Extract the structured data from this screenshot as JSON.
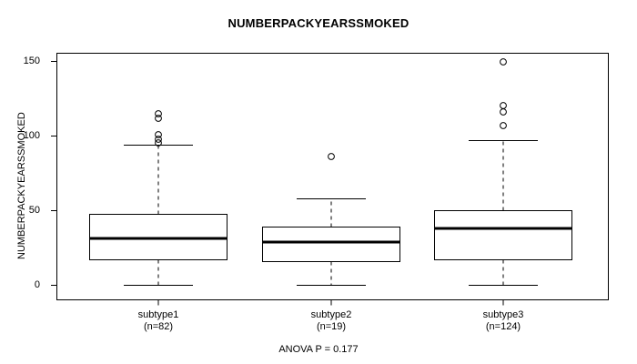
{
  "chart_data": {
    "type": "box",
    "title": "NUMBERPACKYEARSSMOKED",
    "xlabel": "",
    "ylabel": "NUMBERPACKYEARSSMOKED",
    "ylim": [
      -6,
      160
    ],
    "yticks": [
      0,
      50,
      100,
      150
    ],
    "ytick_labels": [
      "0",
      "50",
      "100",
      "150"
    ],
    "grid": false,
    "legend": "none",
    "annotation": "ANOVA P = 0.177",
    "categories": [
      "subtype1",
      "subtype2",
      "subtype3"
    ],
    "category_labels": [
      "subtype1\n(n=82)",
      "subtype2\n(n=19)",
      "subtype3\n(n=124)"
    ],
    "counts": [
      82,
      19,
      124
    ],
    "boxes": [
      {
        "name": "subtype1",
        "n": 82,
        "whisker_low": 0,
        "q1": 20,
        "median": 31,
        "q3": 50,
        "whisker_high": 94,
        "outliers": [
          95,
          99,
          101,
          113,
          116
        ]
      },
      {
        "name": "subtype2",
        "n": 19,
        "whisker_low": 0,
        "q1": 18,
        "median": 29,
        "q3": 42,
        "whisker_high": 60,
        "outliers": [
          90
        ]
      },
      {
        "name": "subtype3",
        "n": 124,
        "whisker_low": 0,
        "q1": 20,
        "median": 40,
        "q3": 53,
        "whisker_high": 100,
        "outliers": [
          110,
          119,
          123,
          153
        ]
      }
    ]
  },
  "labels": {
    "title": "NUMBERPACKYEARSSMOKED",
    "y_axis_title": "NUMBERPACKYEARSSMOKED",
    "anova": "ANOVA P = 0.177",
    "ytick_0": "0",
    "ytick_50": "50",
    "ytick_100": "100",
    "ytick_150": "150",
    "xtick_1_name": "subtype1",
    "xtick_1_count": "(n=82)",
    "xtick_2_name": "subtype2",
    "xtick_2_count": "(n=19)",
    "xtick_3_name": "subtype3",
    "xtick_3_count": "(n=124)"
  },
  "colors": {
    "foreground": "#000000",
    "background": "#ffffff",
    "frame": "#000000"
  }
}
